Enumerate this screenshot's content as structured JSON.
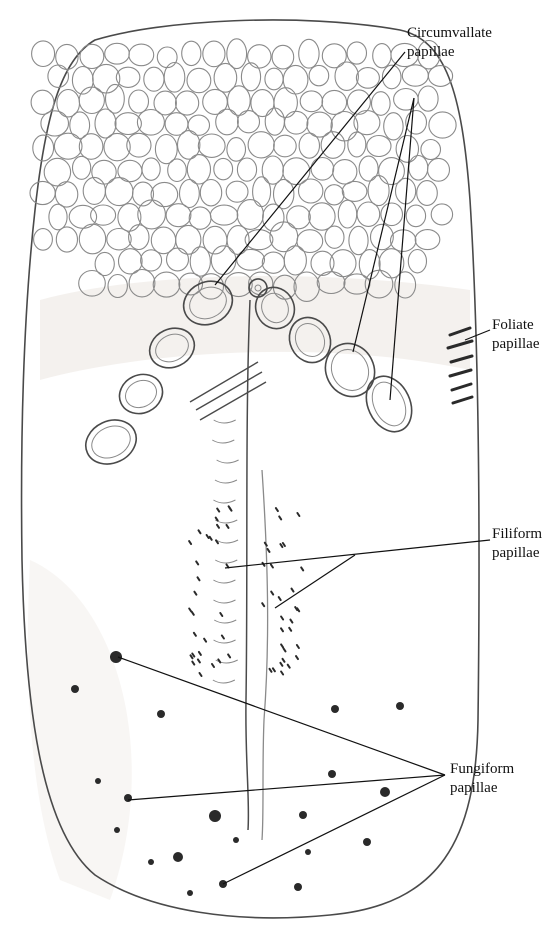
{
  "labels": {
    "circumvallate": {
      "line1": "Circumvallate",
      "line2": "papillae"
    },
    "foliate": {
      "line1": "Foliate",
      "line2": "papillae"
    },
    "filiform": {
      "line1": "Filiform",
      "line2": "papillae"
    },
    "fungiform": {
      "line1": "Fungiform",
      "line2": "papillae"
    }
  },
  "colors": {
    "pencil": "#4a4a4a",
    "pencil_light": "#8a8a8a",
    "shade": "#ebe6e0",
    "dot": "#2a2a2a",
    "leader": "#111111"
  }
}
